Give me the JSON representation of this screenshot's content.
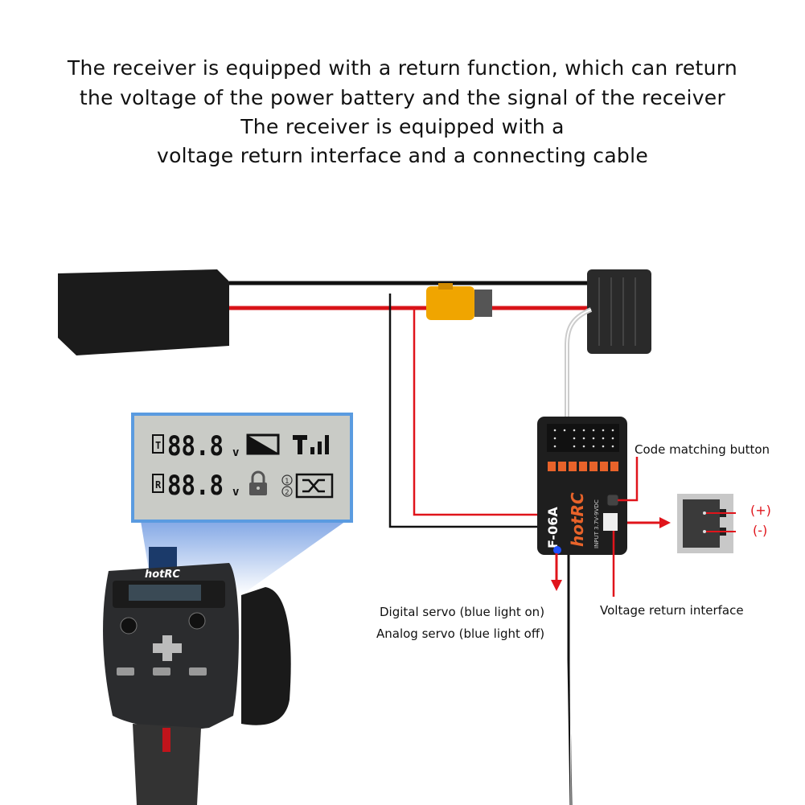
{
  "heading": {
    "lines": [
      "The receiver is equipped with a return function, which can return",
      "the voltage of the power battery and the signal of the receiver",
      "The receiver is equipped with a",
      "voltage return interface and a connecting cable"
    ]
  },
  "labels": {
    "code_button": "Code matching button",
    "plus": "(+)",
    "minus": "(-)",
    "digital_servo": "Digital servo (blue light on)",
    "analog_servo": "Analog servo (blue light off)",
    "voltage_return": "Voltage return interface"
  },
  "lcd": {
    "tx_badge": "T",
    "tx_voltage": "88.8",
    "tx_unit": "v",
    "rx_badge": "R",
    "rx_voltage": "88.8",
    "rx_unit": "v",
    "ch1": "1",
    "ch2": "2"
  },
  "receiver": {
    "model": "F-06A",
    "brand": "hotRC",
    "input": "INPUT 3.7V-9VDC"
  },
  "transmitter": {
    "brand": "hotRC"
  },
  "colors": {
    "accent": "#e0141b",
    "wire_black": "#111111",
    "lcd_bg": "#c9cbc6",
    "connector": "#f0a500"
  }
}
